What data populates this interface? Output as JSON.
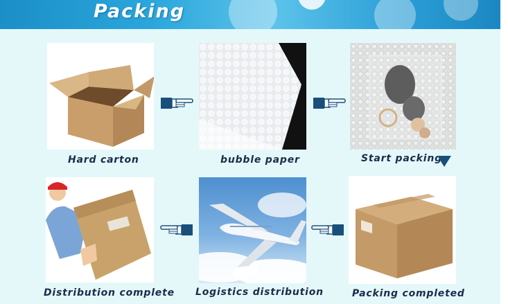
{
  "title": "Packing",
  "steps": [
    {
      "caption": "Hard carton",
      "image": "cardboard-box-open"
    },
    {
      "caption": "bubble paper",
      "image": "bubble-wrap"
    },
    {
      "caption": "Start packing",
      "image": "jewelry-in-bubble-bag"
    },
    {
      "caption": "Packing completed",
      "image": "closed-carton"
    },
    {
      "caption": "Logistics distribution",
      "image": "airplane-in-sky"
    },
    {
      "caption": "Distribution complete",
      "image": "courier-carrying-box"
    }
  ],
  "colors": {
    "header": "#2aa6dc",
    "background": "#e4f8fa",
    "caption": "#1a2d4a",
    "arrow": "#1a4f7a"
  },
  "icons": [
    "pointing-hand-icon",
    "down-triangle-icon"
  ]
}
